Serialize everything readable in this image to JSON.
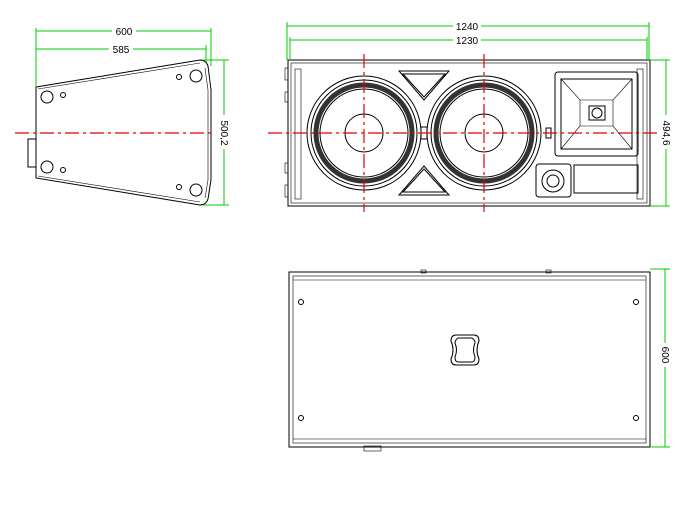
{
  "side_view": {
    "width_total": "600",
    "width_inner": "585",
    "height": "500,2"
  },
  "front_view": {
    "width_total": "1240",
    "width_inner": "1230",
    "height": "494,6"
  },
  "bottom_view": {
    "depth": "600"
  },
  "colors": {
    "dimension": "#00cc00",
    "centerline": "#e00000",
    "outline": "#000000"
  }
}
